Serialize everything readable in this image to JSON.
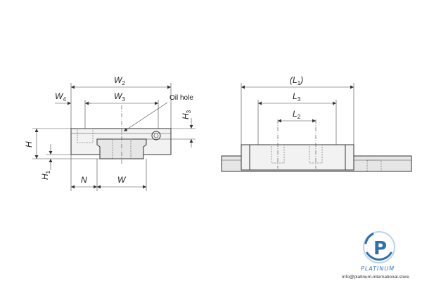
{
  "front_view": {
    "w2": {
      "main": "W",
      "sub": "2"
    },
    "w3": {
      "main": "W",
      "sub": "3"
    },
    "w4": {
      "main": "W",
      "sub": "4"
    },
    "w": {
      "main": "W"
    },
    "n": {
      "main": "N"
    },
    "h": {
      "main": "H"
    },
    "h1": {
      "main": "H",
      "sub": "1"
    },
    "h3": {
      "main": "H",
      "sub": "3"
    },
    "oil_hole": "Oil hole"
  },
  "side_view": {
    "l1": {
      "open": "(",
      "main": "L",
      "sub": "1",
      "close": ")"
    },
    "l3": {
      "main": "L",
      "sub": "3"
    },
    "l2": {
      "main": "L",
      "sub": "2"
    }
  },
  "branding": {
    "logo_letter": "P",
    "name": "PLATINUM",
    "contact": "Info@platinum-international.store"
  },
  "colors": {
    "logo_blue": "#2f6fb0",
    "logo_light": "#bcd3ea"
  }
}
